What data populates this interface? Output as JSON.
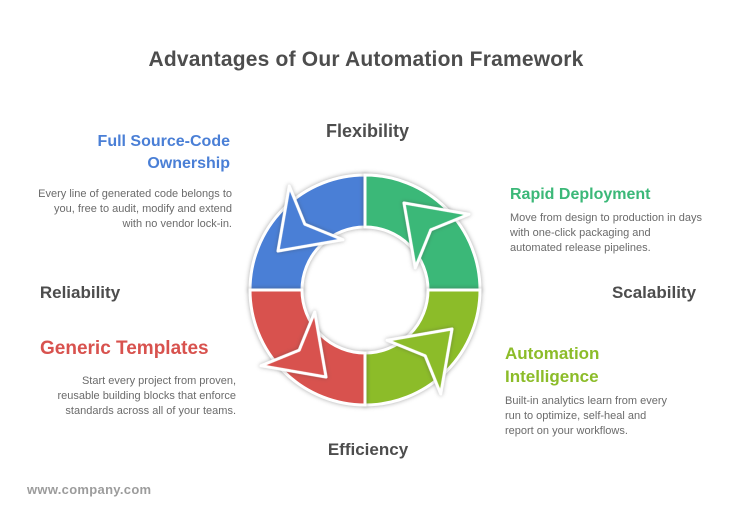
{
  "title": "Advantages of Our Automation Framework",
  "watermark": "www.company.com",
  "center_keywords": {
    "top": "Flexibility",
    "left": "Reliability",
    "right": "Scalability",
    "bottom": "Efficiency"
  },
  "quadrants": {
    "top_left": {
      "heading": "Full Source-Code Ownership",
      "color": "#4A7FD6",
      "body": "Every line of generated code belongs to you, free to audit, modify and extend with no vendor lock-in."
    },
    "top_right": {
      "heading": "Rapid Deployment",
      "color": "#3BB878",
      "body": "Move from design to production in days with one-click packaging and automated release pipelines."
    },
    "bottom_left": {
      "heading": "Generic Templates",
      "color": "#D8524E",
      "body": "Start every project from proven, reusable building blocks that enforce standards across all of your teams."
    },
    "bottom_right": {
      "heading": "Automation Intelligence",
      "color": "#8CBC29",
      "body": "Built-in analytics learn from every run to optimize, self-heal and report on your workflows."
    }
  },
  "diagram": {
    "type": "cycle",
    "direction": "counterclockwise",
    "flow_order": [
      "top_left",
      "bottom_left",
      "bottom_right",
      "top_right"
    ]
  }
}
